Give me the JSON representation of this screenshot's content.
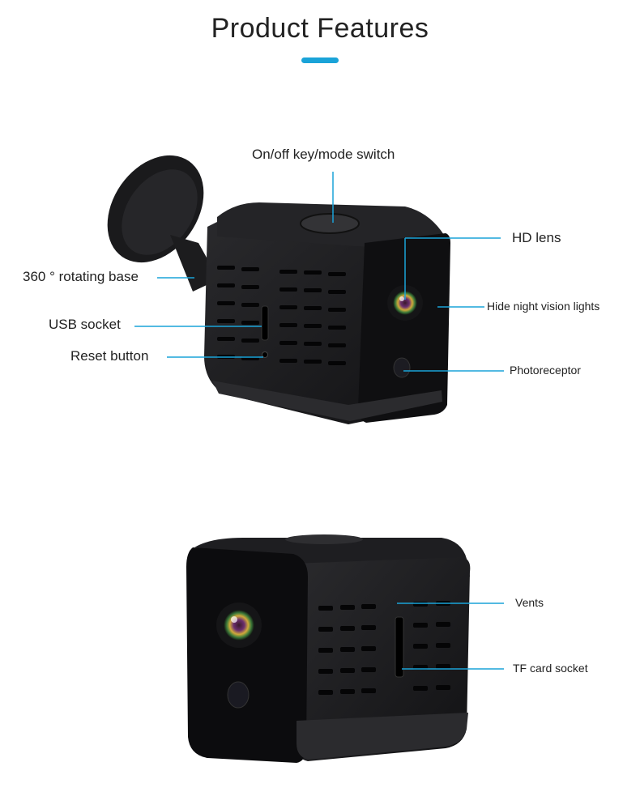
{
  "header": {
    "title": "Product Features"
  },
  "colors": {
    "accent": "#1aa3d8",
    "callout_line": "#1aa3d8",
    "product": "#1b1b1d"
  },
  "top_view": {
    "callouts": {
      "power": "On/off key/mode switch",
      "base": "360 ° rotating base",
      "usb": "USB socket",
      "reset": "Reset button",
      "lens": "HD lens",
      "night": "Hide night vision lights",
      "photo": "Photoreceptor"
    }
  },
  "bottom_view": {
    "callouts": {
      "vents": "Vents",
      "tf": "TF card socket"
    }
  }
}
